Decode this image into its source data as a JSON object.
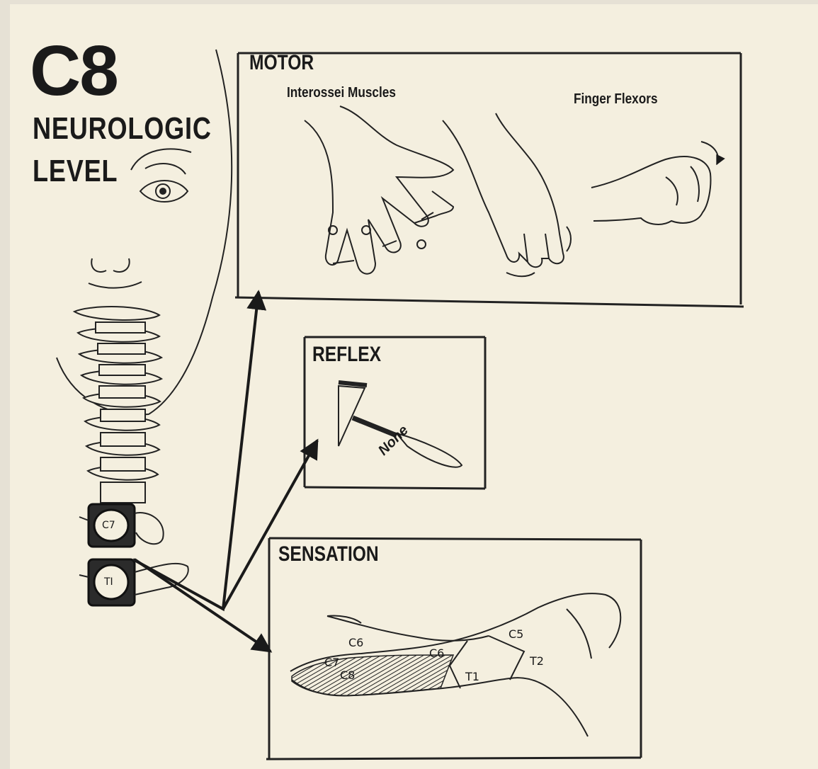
{
  "title": {
    "level": "C8",
    "line2": "NEUROLOGIC",
    "line3": "LEVEL"
  },
  "motor": {
    "heading": "MOTOR",
    "muscle_left": "Interossei Muscles",
    "muscle_right": "Finger Flexors"
  },
  "reflex": {
    "heading": "REFLEX",
    "result": "None"
  },
  "sensation": {
    "heading": "SENSATION",
    "dermatomes": {
      "c6_hand": "C6",
      "c7": "C7",
      "c8": "C8",
      "c6_forearm": "C6",
      "t1": "T1",
      "c5": "C5",
      "t2": "T2"
    }
  },
  "spine": {
    "upper_vertebra": "C7",
    "lower_vertebra": "TI"
  },
  "colors": {
    "ink": "#1a1a1a",
    "paper": "#f4efdf"
  },
  "icons": [
    "eye-icon",
    "reflex-hammer-icon",
    "arrow-icon"
  ]
}
